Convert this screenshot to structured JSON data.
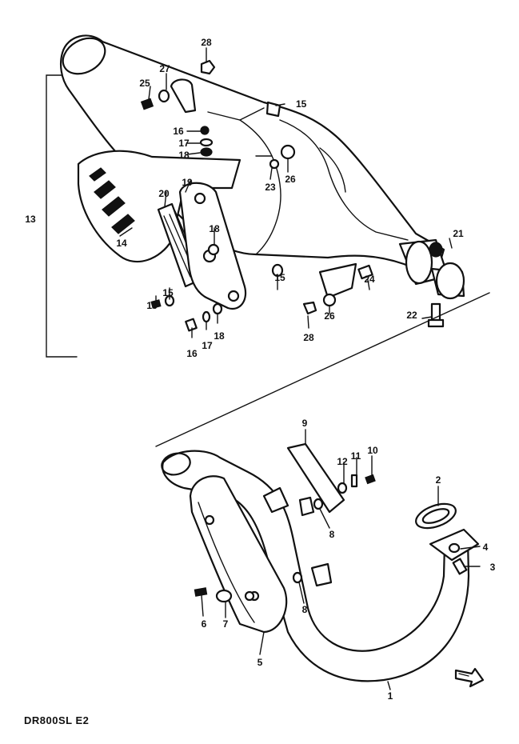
{
  "model_caption": "DR800SL  E2",
  "callouts": {
    "c1": "1",
    "c2": "2",
    "c3": "3",
    "c4": "4",
    "c5": "5",
    "c6": "6",
    "c7": "7",
    "c8a": "8",
    "c8b": "8",
    "c9": "9",
    "c10": "10",
    "c11": "11",
    "c12": "12",
    "c13": "13",
    "c14": "14",
    "c15a": "15",
    "c15b": "15",
    "c15c": "15",
    "c16a": "16",
    "c16b": "16",
    "c16c": "16",
    "c17a": "17",
    "c17b": "17",
    "c18a": "18",
    "c18b": "18",
    "c19": "19",
    "c20": "20",
    "c21": "21",
    "c22": "22",
    "c23": "23",
    "c24": "24",
    "c25": "25",
    "c26a": "26",
    "c26b": "26",
    "c27": "27",
    "c28a": "28",
    "c28b": "28"
  }
}
